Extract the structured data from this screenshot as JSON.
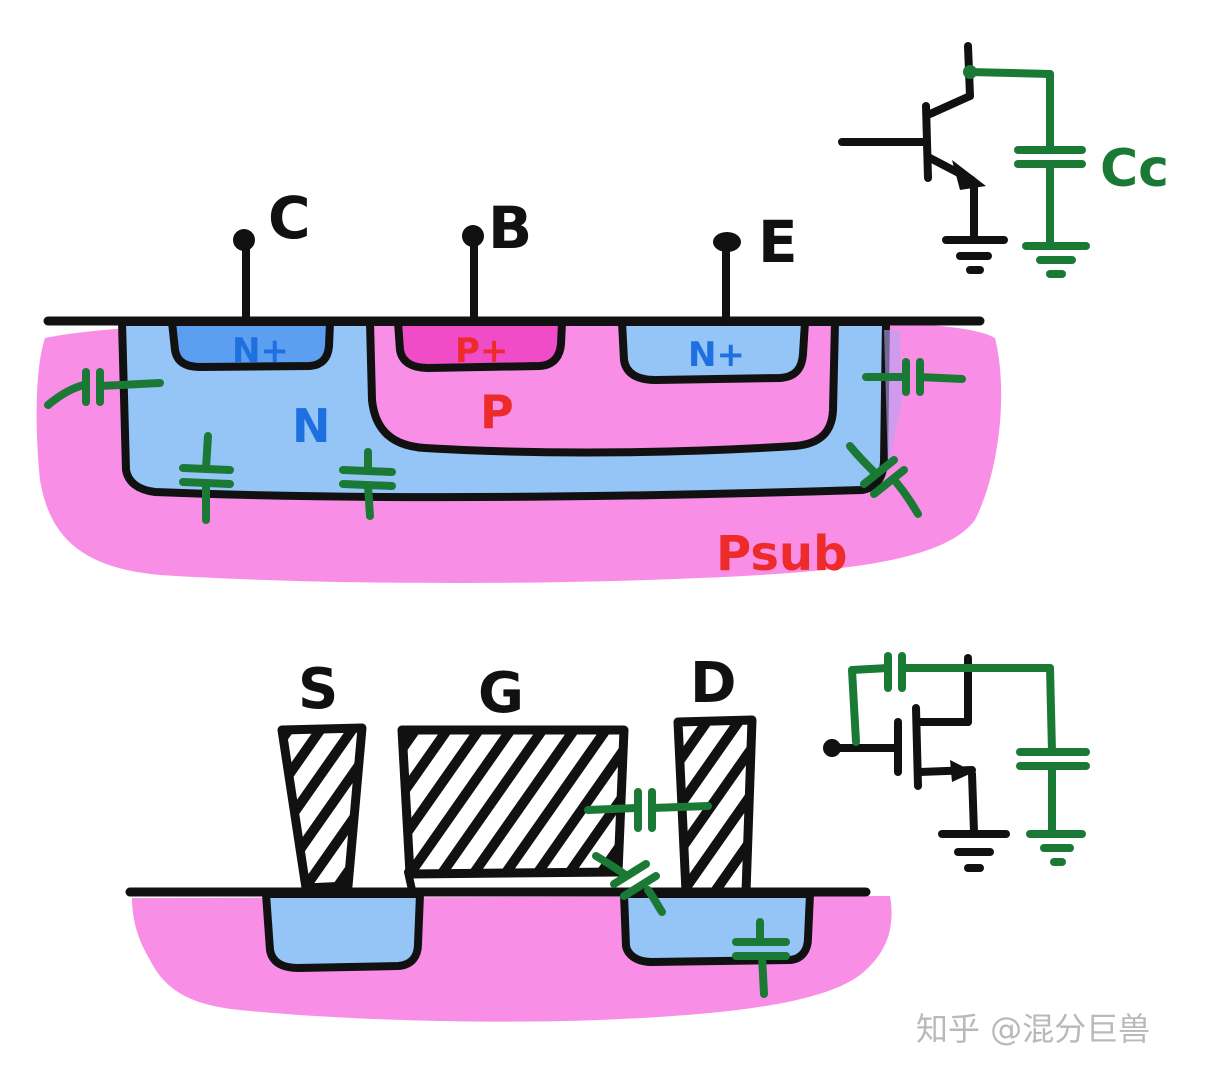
{
  "bjt": {
    "terminal_c": "C",
    "terminal_b": "B",
    "terminal_e": "E",
    "region_nplus_collector": "N+",
    "region_pplus": "P+",
    "region_nplus_emitter": "N+",
    "region_p": "P",
    "region_n": "N",
    "region_psub": "Psub",
    "schematic_cap": "Cc"
  },
  "mos": {
    "terminal_s": "S",
    "terminal_g": "G",
    "terminal_d": "D"
  },
  "watermark": "知乎 @混分巨兽",
  "colors": {
    "substrate": "#f98ee6",
    "n_region": "#95c4f7",
    "nplus": "#5c9ef0",
    "pplus": "#f04cc8",
    "outline": "#111111",
    "capacitor": "#1a7a35",
    "label_blue": "#1e6fe0",
    "label_red": "#ee2b2b"
  }
}
